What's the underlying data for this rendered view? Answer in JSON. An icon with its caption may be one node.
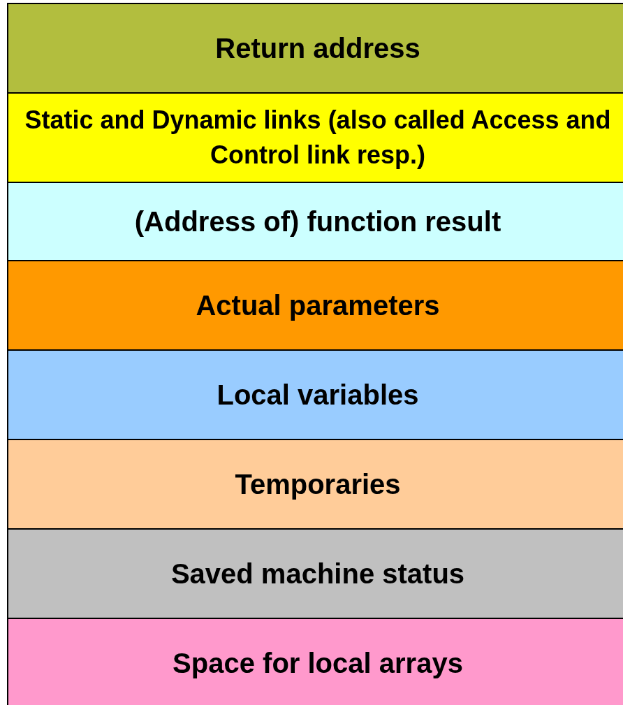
{
  "diagram": {
    "nodes": [
      {
        "text": [
          "Return address"
        ]
      },
      {
        "text": [
          "Static and Dynamic links (also called Access and Control link resp.)"
        ]
      },
      {
        "text": [
          "(Address of) function result"
        ]
      },
      {
        "text": [
          "Actual parameters"
        ]
      },
      {
        "text": [
          "Local variables"
        ]
      },
      {
        "text": [
          "Temporaries"
        ]
      },
      {
        "text": [
          "Saved machine status"
        ]
      },
      {
        "text": [
          "Space for local arrays"
        ]
      }
    ]
  }
}
